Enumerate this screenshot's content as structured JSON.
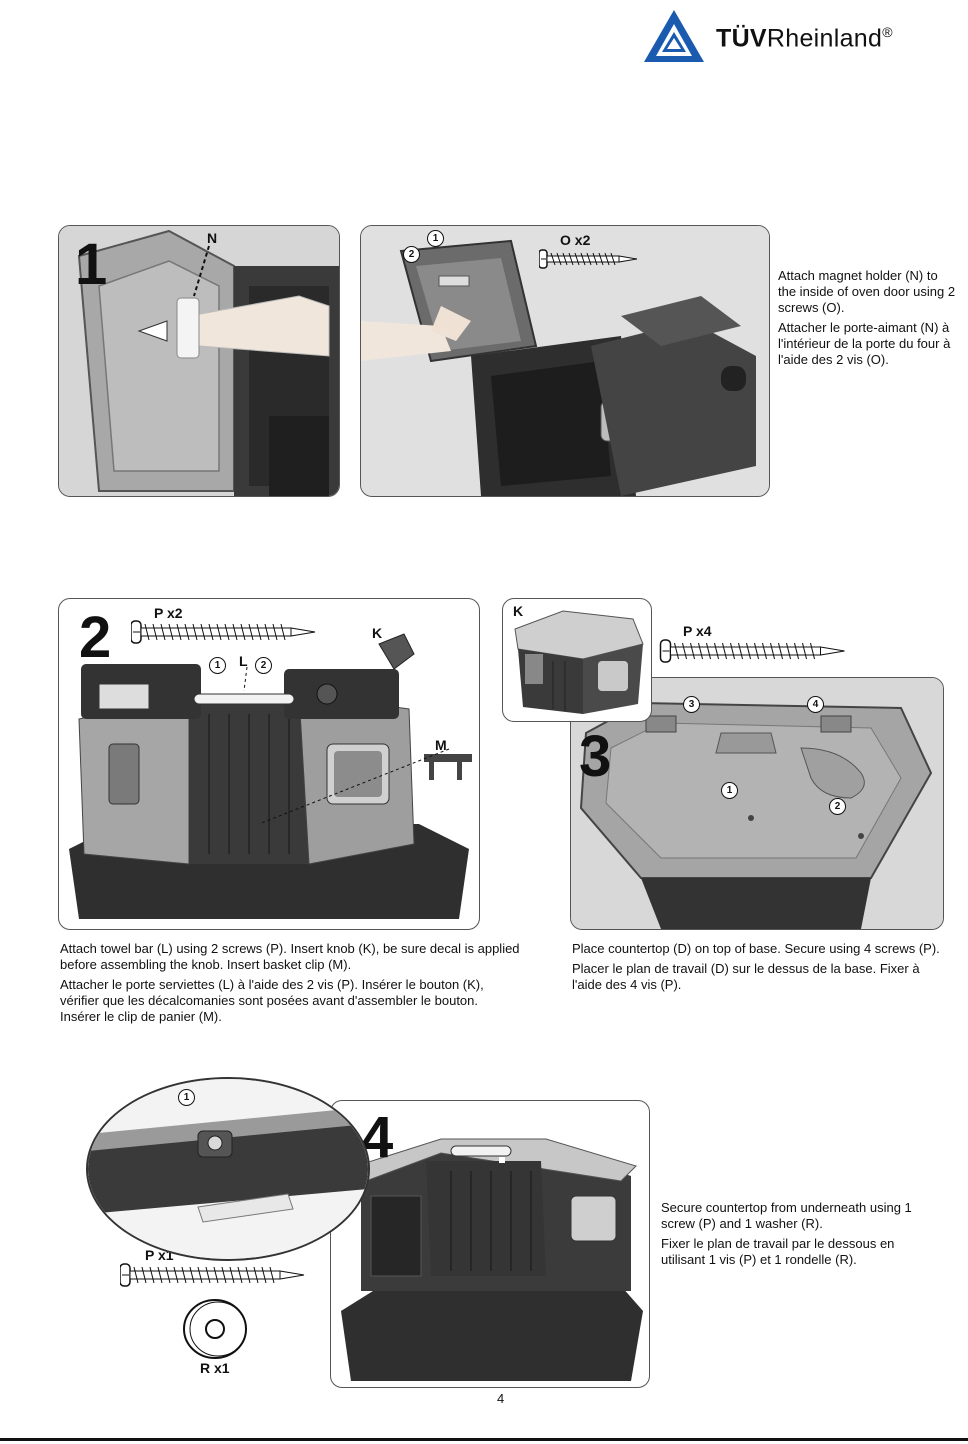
{
  "header": {
    "brand_bold": "TÜV",
    "brand_rest": "Rheinland",
    "registered_mark": "®"
  },
  "step1": {
    "number": "1",
    "label_N": "N",
    "label_O": "O x2",
    "circle_1": "1",
    "circle_2": "2",
    "text_en": "Attach magnet holder (N) to the inside of oven door using 2 screws (O).",
    "text_fr": "Attacher le porte-aimant (N) à l'intérieur de la porte du four à l'aide des 2 vis (O)."
  },
  "step2": {
    "number": "2",
    "label_P": "P x2",
    "label_K": "K",
    "label_L": "L",
    "label_M": "M",
    "circle_1": "1",
    "circle_2": "2",
    "text_en": "Attach towel bar (L) using 2 screws (P). Insert knob (K), be sure decal is applied before assembling the knob. Insert basket clip (M).",
    "text_fr": "Attacher le porte serviettes (L) à l'aide des 2 vis (P). Insérer le bouton (K), vérifier que les décalcomanies sont posées avant d'assembler le bouton. Insérer le clip de panier (M)."
  },
  "step3": {
    "number": "3",
    "label_K": "K",
    "label_P": "P x4",
    "circle_1": "1",
    "circle_2": "2",
    "circle_3": "3",
    "circle_4": "4",
    "text_en": "Place countertop (D) on top of base. Secure using 4 screws (P).",
    "text_fr": "Placer le plan de travail (D) sur le dessus de la base. Fixer à l'aide des 4 vis (P)."
  },
  "step4": {
    "number": "4",
    "circle_1": "1",
    "label_P": "P x1",
    "label_R": "R x1",
    "text_en": "Secure countertop from underneath using 1 screw (P) and 1 washer (R).",
    "text_fr": "Fixer le plan de travail par le dessous en utilisant 1 vis (P) et 1 rondelle (R)."
  },
  "footer": {
    "page_number": "4"
  },
  "colors": {
    "logo_blue": "#1a5bb0",
    "panel_border": "#555555",
    "plastic_dark": "#2e2e2e",
    "plastic_light": "#a9a9a9"
  }
}
